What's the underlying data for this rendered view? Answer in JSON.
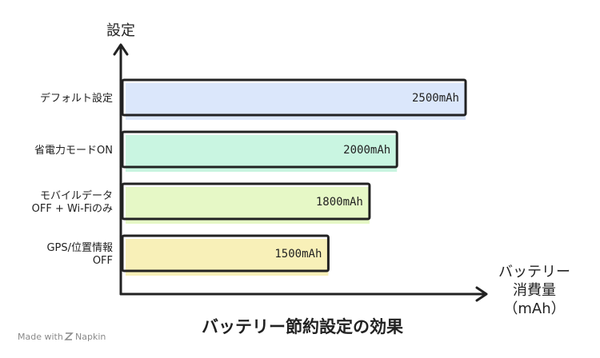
{
  "chart_data": {
    "type": "bar",
    "orientation": "horizontal",
    "title": "バッテリー節約設定の効果",
    "ylabel": "設定",
    "xlabel_lines": [
      "バッテリー",
      "消費量",
      "（mAh）"
    ],
    "categories": [
      [
        "デフォルト設定"
      ],
      [
        "省電力モードON"
      ],
      [
        "モバイルデータ",
        "OFF + Wi-Fiのみ"
      ],
      [
        "GPS/位置情報",
        "OFF"
      ]
    ],
    "values": [
      2500,
      2000,
      1800,
      1500
    ],
    "value_labels": [
      "2500mAh",
      "2000mAh",
      "1800mAh",
      "1500mAh"
    ],
    "colors": [
      "#dbe7fb",
      "#c9f5e1",
      "#e6f8c6",
      "#f8f0b8"
    ],
    "xlim": [
      0,
      2500
    ],
    "grid": false,
    "legend": "none"
  },
  "watermark": {
    "made_with": "Made with",
    "brand": "Napkin"
  }
}
